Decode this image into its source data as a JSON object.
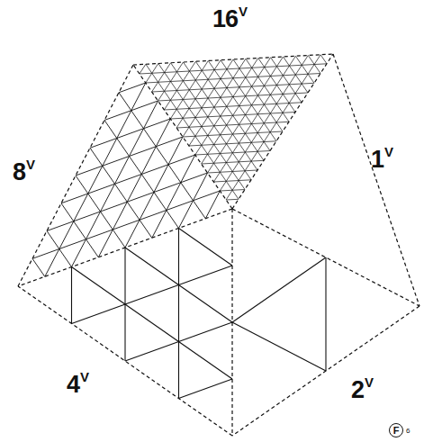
{
  "diagram": {
    "labels": [
      "16V",
      "8V",
      "1V",
      "4V",
      "2V",
      "F",
      "6"
    ]
  }
}
